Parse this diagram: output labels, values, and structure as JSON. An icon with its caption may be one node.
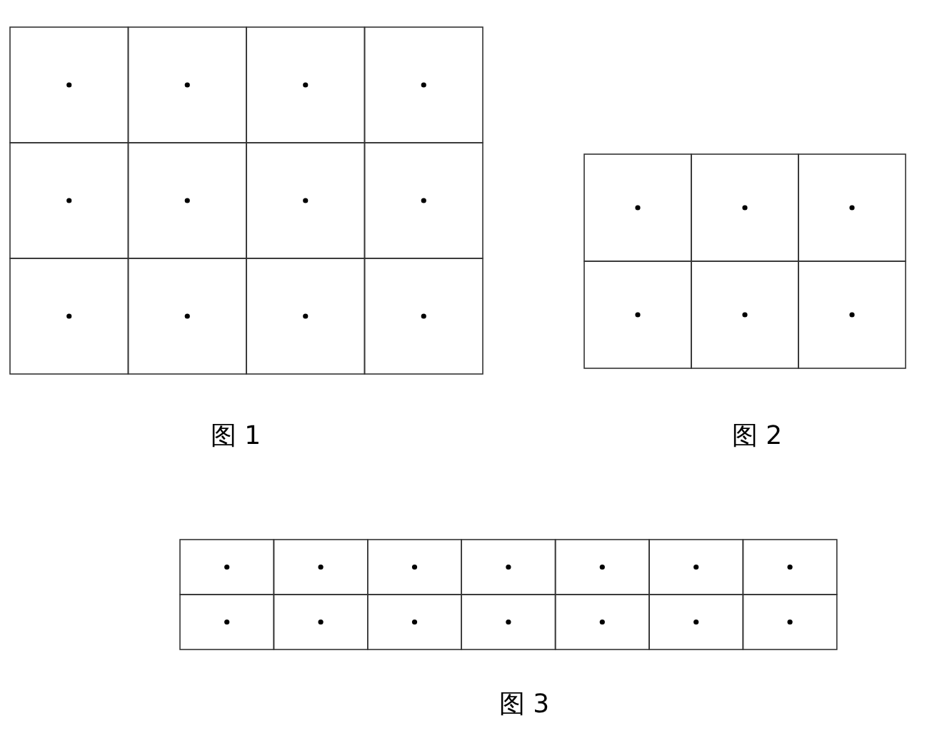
{
  "diagram": {
    "labels": [
      "图 1",
      "图 2",
      "图 3"
    ]
  }
}
